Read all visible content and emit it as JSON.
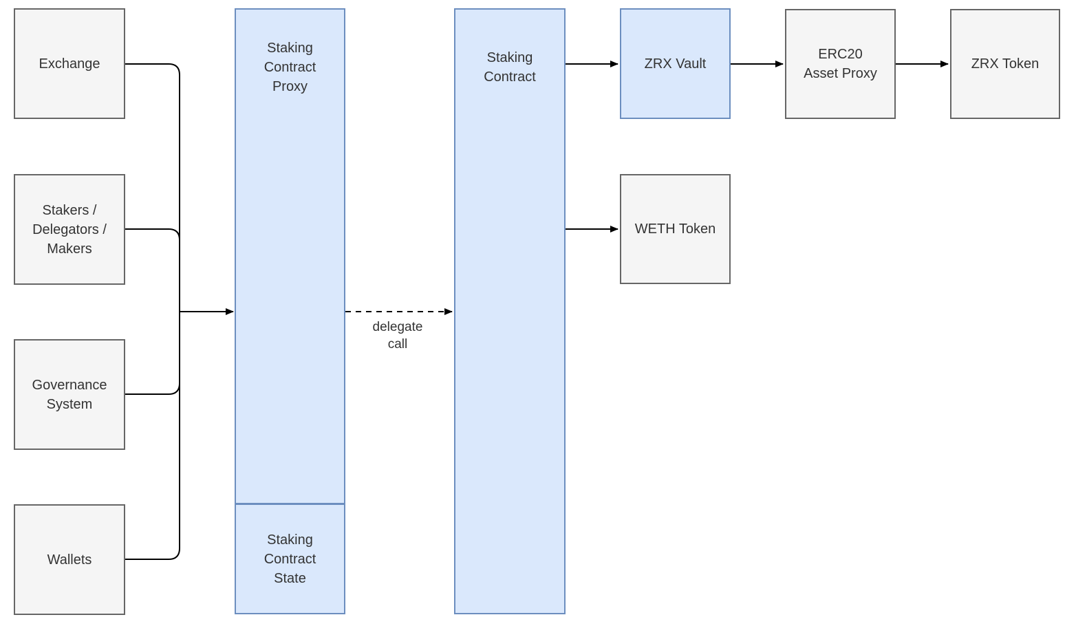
{
  "diagram": {
    "kind": "architecture-flow-diagram",
    "nodes": {
      "exchange": {
        "label": "Exchange",
        "style": "gray"
      },
      "stakers": {
        "label": "Stakers /\nDelegators /\nMakers",
        "style": "gray"
      },
      "governance": {
        "label": "Governance\nSystem",
        "style": "gray"
      },
      "wallets": {
        "label": "Wallets",
        "style": "gray"
      },
      "staking_contract_proxy": {
        "label": "Staking\nContract\nProxy",
        "style": "blue"
      },
      "staking_contract_state": {
        "label": "Staking\nContract\nState",
        "style": "blue"
      },
      "staking_contract": {
        "label": "Staking\nContract",
        "style": "blue"
      },
      "zrx_vault": {
        "label": "ZRX Vault",
        "style": "blue"
      },
      "weth_token": {
        "label": "WETH Token",
        "style": "gray"
      },
      "erc20_asset_proxy": {
        "label": "ERC20\nAsset Proxy",
        "style": "gray"
      },
      "zrx_token": {
        "label": "ZRX Token",
        "style": "gray"
      }
    },
    "edges": [
      {
        "from": "exchange",
        "to": "staking_contract_proxy",
        "style": "solid-merge"
      },
      {
        "from": "stakers",
        "to": "staking_contract_proxy",
        "style": "solid-merge"
      },
      {
        "from": "governance",
        "to": "staking_contract_proxy",
        "style": "solid-merge"
      },
      {
        "from": "wallets",
        "to": "staking_contract_proxy",
        "style": "solid-merge"
      },
      {
        "from": "staking_contract_proxy",
        "to": "staking_contract",
        "style": "dashed-arrow",
        "label": "delegate\ncall"
      },
      {
        "from": "staking_contract",
        "to": "zrx_vault",
        "style": "solid-arrow"
      },
      {
        "from": "staking_contract",
        "to": "weth_token",
        "style": "solid-arrow"
      },
      {
        "from": "zrx_vault",
        "to": "erc20_asset_proxy",
        "style": "solid-arrow"
      },
      {
        "from": "erc20_asset_proxy",
        "to": "zrx_token",
        "style": "solid-arrow"
      }
    ],
    "edge_labels": {
      "delegate_call": "delegate\ncall"
    },
    "colors": {
      "background": "#ffffff",
      "blue_node_fill": "#dae8fc",
      "blue_node_border": "#6c8ebf",
      "gray_node_fill": "#f5f5f5",
      "gray_node_border": "#666666",
      "connector": "#000000",
      "label_text": "#333333"
    }
  }
}
